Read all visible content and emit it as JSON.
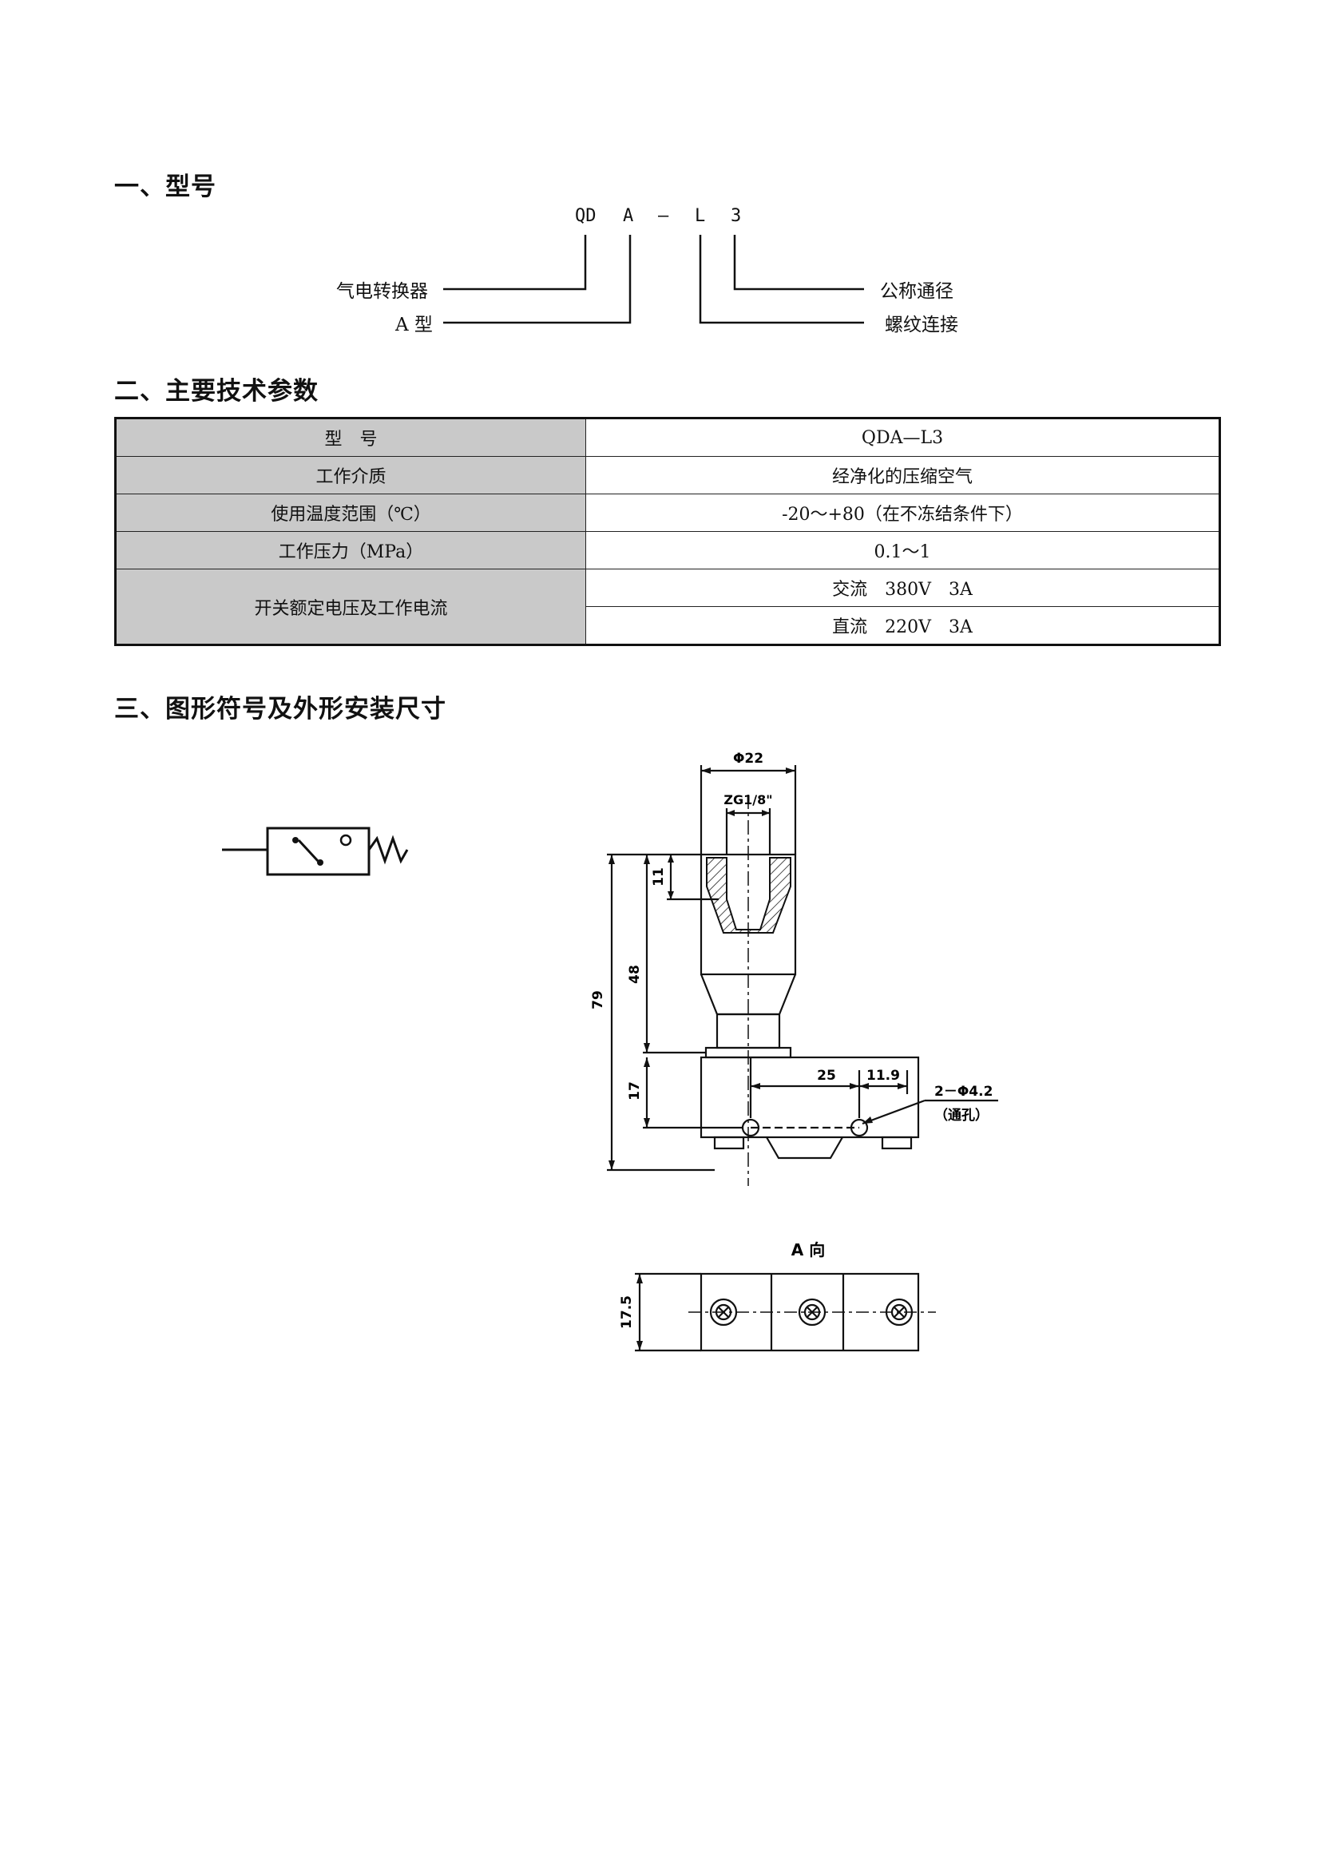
{
  "sections": {
    "s1": "一、型号",
    "s2": "二、主要技术参数",
    "s3": "三、图形符号及外形安装尺寸"
  },
  "model_code": {
    "chars": [
      "QD",
      "A",
      "—",
      "L",
      "3"
    ],
    "labels": {
      "converter": "气电转换器",
      "type_a": "A 型",
      "nominal_bore": "公称通径",
      "thread": "螺纹连接"
    }
  },
  "spec_table": {
    "rows": [
      {
        "label": "型　号",
        "value": "QDA—L3"
      },
      {
        "label": "工作介质",
        "value": "经净化的压缩空气"
      },
      {
        "label": "使用温度范围（℃）",
        "value": "-20～+80（在不冻结条件下）"
      },
      {
        "label": "工作压力（MPa）",
        "value": "0.1～1"
      }
    ],
    "switch": {
      "label": "开关额定电压及工作电流",
      "ac": "交流　380V　3A",
      "dc": "直流　220V　3A"
    }
  },
  "drawing": {
    "phi22": "Φ22",
    "zg": "ZG1/8\"",
    "dim_11": "11",
    "dim_48": "48",
    "dim_79": "79",
    "dim_17": "17",
    "dim_25": "25",
    "dim_11_9": "11.9",
    "hole": "2－Φ4.2",
    "through": "（通孔）",
    "view_a": "A 向",
    "dim_17_5": "17.5"
  }
}
